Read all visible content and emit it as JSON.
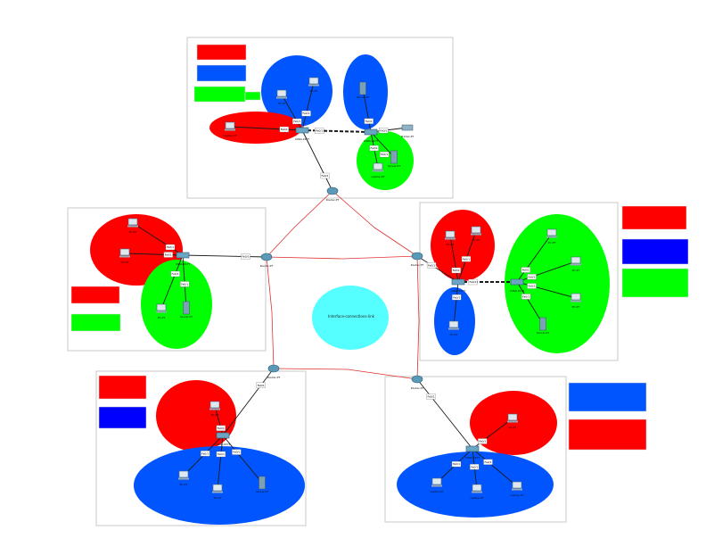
{
  "colors": {
    "red": "#ff0000",
    "blue": "#0055ff",
    "blue_dark": "#0000ff",
    "green": "#00ff00",
    "cyan": "#55ffff",
    "wan_link": "#e03030",
    "lan_link": "#1a1a1a",
    "zone_border": "#c8c8c8"
  },
  "center_cloud": {
    "label": "Interface-connections-link"
  },
  "device_types": {
    "router": "Router-PT",
    "switch": "2960-24TT",
    "pc": "PC-PT",
    "server": "Server-PT",
    "laptop": "Laptop-PT",
    "printer": "Printer-PT"
  },
  "port_label": "Fa0/1",
  "devices": [
    {
      "id": "r-top",
      "type": "router",
      "icon": "router-icon"
    },
    {
      "id": "r-left",
      "type": "router",
      "icon": "router-icon"
    },
    {
      "id": "r-right",
      "type": "router",
      "icon": "router-icon"
    },
    {
      "id": "r-bl",
      "type": "router",
      "icon": "router-icon"
    },
    {
      "id": "r-br",
      "type": "router",
      "icon": "router-icon"
    },
    {
      "id": "sw-top-a",
      "type": "switch",
      "icon": "switch-icon"
    },
    {
      "id": "sw-top-b",
      "type": "switch",
      "icon": "switch-icon"
    },
    {
      "id": "sw-left",
      "type": "switch",
      "icon": "switch-icon"
    },
    {
      "id": "sw-right-a",
      "type": "switch",
      "icon": "switch-icon"
    },
    {
      "id": "sw-right-b",
      "type": "switch",
      "icon": "switch-icon"
    },
    {
      "id": "sw-bl",
      "type": "switch",
      "icon": "switch-icon"
    },
    {
      "id": "sw-br",
      "type": "switch",
      "icon": "switch-icon"
    },
    {
      "id": "pc-t1",
      "type": "laptop",
      "icon": "laptop-icon"
    },
    {
      "id": "pc-t2",
      "type": "pc",
      "icon": "pc-icon"
    },
    {
      "id": "pc-t3",
      "type": "pc",
      "icon": "pc-icon"
    },
    {
      "id": "srv-t1",
      "type": "server",
      "icon": "server-icon"
    },
    {
      "id": "prn-t1",
      "type": "printer",
      "icon": "printer-icon"
    },
    {
      "id": "lap-t2",
      "type": "laptop",
      "icon": "laptop-icon"
    },
    {
      "id": "srv-t2",
      "type": "server",
      "icon": "server-icon"
    },
    {
      "id": "pc-l1",
      "type": "pc",
      "icon": "pc-icon"
    },
    {
      "id": "pc-l2",
      "type": "pc",
      "icon": "pc-icon"
    },
    {
      "id": "pc-l3",
      "type": "pc",
      "icon": "pc-icon"
    },
    {
      "id": "srv-l1",
      "type": "server",
      "icon": "server-icon"
    },
    {
      "id": "pc-r1",
      "type": "pc",
      "icon": "pc-icon"
    },
    {
      "id": "pc-r2",
      "type": "pc",
      "icon": "pc-icon"
    },
    {
      "id": "pc-r3",
      "type": "pc",
      "icon": "pc-icon"
    },
    {
      "id": "pc-r4",
      "type": "pc",
      "icon": "pc-icon"
    },
    {
      "id": "pc-r5",
      "type": "pc",
      "icon": "pc-icon"
    },
    {
      "id": "pc-r6",
      "type": "pc",
      "icon": "pc-icon"
    },
    {
      "id": "srv-r1",
      "type": "server",
      "icon": "server-icon"
    },
    {
      "id": "pc-bl1",
      "type": "pc",
      "icon": "pc-icon"
    },
    {
      "id": "pc-bl2",
      "type": "pc",
      "icon": "pc-icon"
    },
    {
      "id": "pc-bl3",
      "type": "pc",
      "icon": "pc-icon"
    },
    {
      "id": "srv-bl1",
      "type": "server",
      "icon": "server-icon"
    },
    {
      "id": "pc-br1",
      "type": "pc",
      "icon": "pc-icon"
    },
    {
      "id": "lap-br1",
      "type": "laptop",
      "icon": "laptop-icon"
    },
    {
      "id": "lap-br2",
      "type": "laptop",
      "icon": "laptop-icon"
    },
    {
      "id": "lap-br3",
      "type": "laptop",
      "icon": "laptop-icon"
    }
  ]
}
